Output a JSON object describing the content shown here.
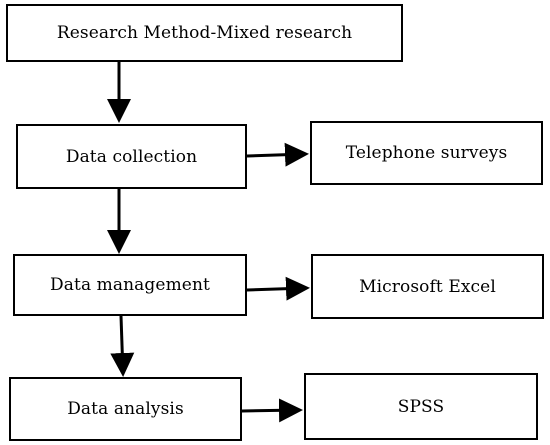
{
  "diagram": {
    "nodes": {
      "method": {
        "label": "Research Method-Mixed research"
      },
      "collection": {
        "label": "Data collection"
      },
      "management": {
        "label": "Data management"
      },
      "analysis": {
        "label": "Data analysis"
      },
      "surveys": {
        "label": "Telephone surveys"
      },
      "excel": {
        "label": "Microsoft Excel"
      },
      "spss": {
        "label": "SPSS"
      }
    },
    "edges": [
      {
        "from": "method",
        "to": "collection"
      },
      {
        "from": "collection",
        "to": "surveys"
      },
      {
        "from": "collection",
        "to": "management"
      },
      {
        "from": "management",
        "to": "excel"
      },
      {
        "from": "management",
        "to": "analysis"
      },
      {
        "from": "analysis",
        "to": "spss"
      }
    ]
  }
}
